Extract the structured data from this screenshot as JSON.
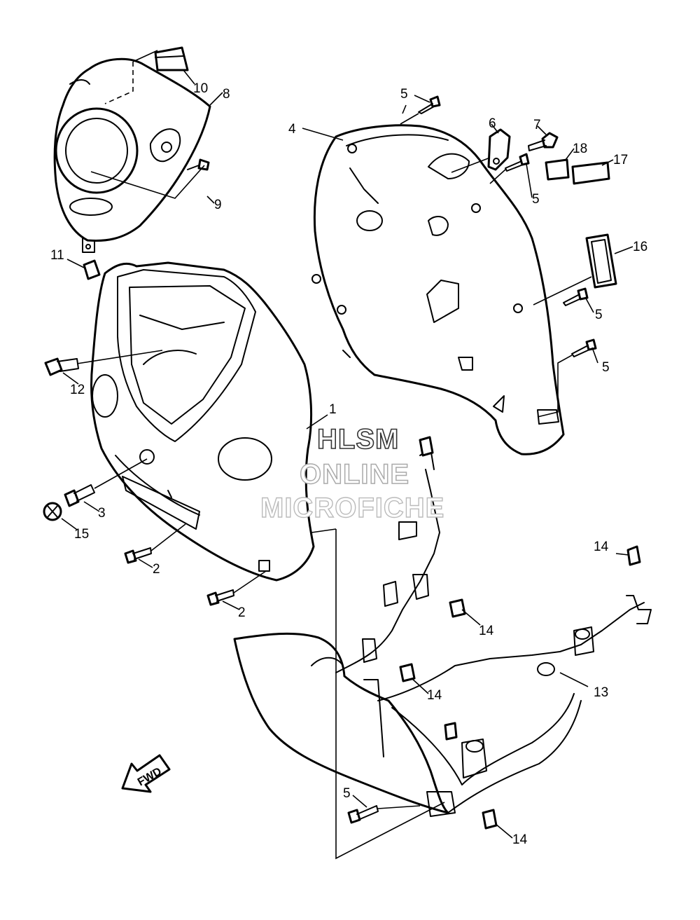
{
  "watermark": {
    "line1": "HLSM",
    "line2": "ONLINE",
    "line3": "MICROFICHE"
  },
  "direction_arrow": "FWD",
  "callouts": {
    "c1": "1",
    "c2a": "2",
    "c2b": "2",
    "c3": "3",
    "c4": "4",
    "c5a": "5",
    "c5b": "5",
    "c5c": "5",
    "c5d": "5",
    "c5e": "5",
    "c6": "6",
    "c7": "7",
    "c8": "8",
    "c9": "9",
    "c10": "10",
    "c11": "11",
    "c12": "12",
    "c13": "13",
    "c14a": "14",
    "c14b": "14",
    "c14c": "14",
    "c14d": "14",
    "c15": "15",
    "c16": "16",
    "c17": "17",
    "c18": "18"
  }
}
